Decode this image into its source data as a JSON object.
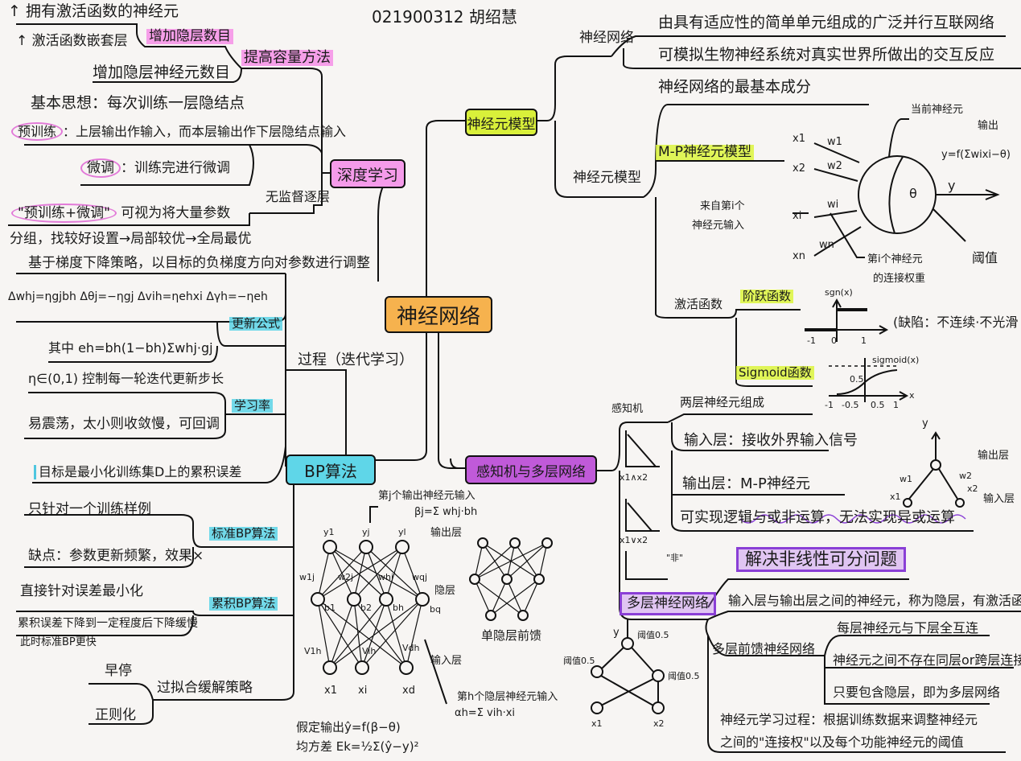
{
  "header": {
    "author": "021900312 胡绍慧"
  },
  "center": {
    "label": "神经网络"
  },
  "deep": {
    "label": "深度学习",
    "capacity": "提高容量方法",
    "more_layers": "增加隐层数目",
    "a1": "↑ 拥有激活函数的神经元",
    "a2": "↑ 激活函数嵌套层",
    "more_neurons": "增加隐层神经元数目",
    "unsup": "无监督逐层",
    "idea": "基本思想：每次训练一层隐结点",
    "pre_tag": "预训练",
    "pre": "：上层输出作输入，而本层输出作下层隐结点输入",
    "fine_tag": "微调",
    "fine": "：训练完进行微调",
    "combo_tag": "\"预训练+微调\"",
    "combo": "可视为将大量参数",
    "combo2": "分组，找较好设置→局部较优→全局最优"
  },
  "bp": {
    "label": "BP算法",
    "gd": "基于梯度下降策略，以目标的负梯度方向对参数进行调整",
    "formulas": "Δwhj=ηgjbh    Δθj=−ηgj    Δvih=ηehxi  Δγh=−ηeh",
    "update_tag": "更新公式",
    "eh": "其中 eh=bh(1−bh)Σwhj·gj",
    "process": "过程（迭代学习）",
    "lr_tag": "学习率",
    "lr1": "η∈(0,1) 控制每一轮迭代更新步长",
    "lr2": "易震荡，太小则收敛慢，可回调",
    "goal": "目标是最小化训练集D上的累积误差",
    "std_tag": "标准BP算法",
    "std1": "只针对一个训练样例",
    "std2": "缺点：参数更新频繁，效果×",
    "acc_tag": "累积BP算法",
    "acc1": "直接针对误差最小化",
    "acc2": "累积误差下降到一定程度后下降缓慢",
    "acc3": "此时标准BP更快",
    "overfit": "过拟合缓解策略",
    "early": "早停",
    "reg": "正则化",
    "diagram": {
      "out_note": "第j个输出神经元输入",
      "beta": "βj=Σ whj·bh",
      "out_layer": "输出层",
      "hidden_layer": "隐层",
      "in_layer": "输入层",
      "y1": "y1",
      "yj": "yj",
      "yl": "yl",
      "b1": "b1",
      "b2": "b2",
      "bh": "bh",
      "bq": "bq",
      "w1j": "w1j",
      "w2j": "w2j",
      "whj": "whj",
      "wqj": "wqj",
      "v1h": "V1h",
      "vih": "Vih",
      "vdh": "Vdh",
      "x1": "x1",
      "xi": "xi",
      "xd": "xd",
      "hid_note": "第h个隐层神经元输入",
      "alpha": "αh=Σ vih·xi",
      "assume": "假定输出ŷ=f(β−θ)",
      "mse": "均方差 Ek=½Σ(ŷ−y)²",
      "single": "单隐层前馈"
    }
  },
  "neuron": {
    "label": "神经元模型",
    "nn": "神经网络",
    "def1": "由具有适应性的简单单元组成的广泛并行互联网络",
    "def2": "可模拟生物神经系统对真实世界所做出的交互反应",
    "basic": "神经网络的最基本成分",
    "model": "神经元模型",
    "mp": "M-P神经元模型",
    "current": "当前神经元",
    "output": "输出",
    "formula": "y=f(Σwixi−θ)",
    "from_input": "来自第i个\n神经元输入",
    "from1": "来自第i个",
    "from2": "神经元输入",
    "weight1": "第i个神经元",
    "weight2": "的连接权重",
    "threshold": "阈值",
    "theta": "θ",
    "y": "y",
    "x1": "x1",
    "x2": "x2",
    "xi": "xi",
    "xn": "xn",
    "w1": "w1",
    "w2": "w2",
    "wi": "wi",
    "wn": "wn",
    "activation": "激活函数",
    "step": "阶跃函数",
    "sigmoid": "Sigmoid函数",
    "defect": "(缺陷：不连续·不光滑",
    "sgn_label": "sgn(x)",
    "sig_label": "sigmoid(x)",
    "sgn_ticks": [
      "-1",
      "0",
      "1"
    ],
    "sig_ticks": [
      "-1",
      "-0.5",
      "0.5",
      "1"
    ],
    "sig_half": "0.5",
    "axis_x": "x"
  },
  "perceptron": {
    "label": "感知机与多层网络",
    "perc": "感知机",
    "two": "两层神经元组成",
    "in": "输入层：接收外界输入信号",
    "out": "输出层：M-P神经元",
    "can": "可实现逻辑与或非运算，无法实现异或运算",
    "and": "x1∧x2",
    "or": "x1∨x2",
    "not": "\"非\"",
    "solve": "解决非线性可分问题",
    "multi": "多层神经网络",
    "hidden": "输入层与输出层之间的神经元，称为隐层，有激活函数",
    "mlff": "多层前馈神经网络",
    "f1": "每层神经元与下层全互连",
    "f2": "神经元之间不存在同层or跨层连接",
    "f3": "只要包含隐层，即为多层网络",
    "learn1": "神经元学习过程：根据训练数据来调整神经元",
    "learn2": "之间的\"连接权\"以及每个功能神经元的阈值",
    "net_y": "y",
    "net_out": "输出层",
    "net_in": "输入层",
    "net_w1": "w1",
    "net_w2": "w2",
    "net_x1": "x1",
    "net_x2": "x2",
    "xor_th1": "阈值0.5",
    "xor_th2": "阈值0.5",
    "xor_th3": "阈值0.5",
    "xor_y": "y",
    "xor_x1": "x1",
    "xor_x2": "x2"
  }
}
